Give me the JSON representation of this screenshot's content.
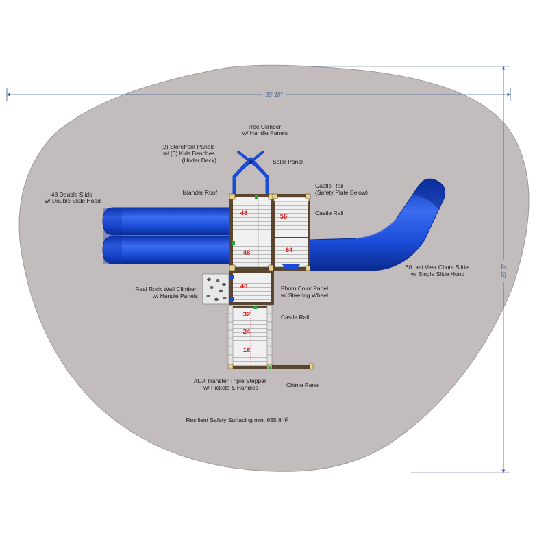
{
  "dimensions": {
    "width": "33' 10\"",
    "depth": "25' 5\""
  },
  "labels": {
    "tree_climber": [
      "Tree Climber",
      "w/ Handle Panels"
    ],
    "storefront": [
      "(2) Storefront Panels",
      "w/ (3) Kids Benches",
      "(Under Deck)"
    ],
    "solar_panel": [
      "Solar Panel"
    ],
    "islander_roof": [
      "Islander Roof"
    ],
    "double_slide": [
      "48 Double Slide",
      "w/ Double Slide Hood"
    ],
    "castle_rail_safety": [
      "Castle Rail",
      "(Safety Plate Below)"
    ],
    "castle_rail_upper": [
      "Castle Rail"
    ],
    "veer_slide": [
      "60 Left Veer Chute Slide",
      "w/ Single Slide Hood"
    ],
    "rock_wall": [
      "Real Rock Wall Climber",
      "w/ Handle Panels"
    ],
    "photo_panel": [
      "Photo Color Panel",
      "w/ Steering Wheel"
    ],
    "castle_rail_lower": [
      "Castle Rail"
    ],
    "ada_stepper": [
      "ADA Transfer Triple Stepper",
      "w/ Pickets & Handles"
    ],
    "chime_panel": [
      "Chime Panel"
    ],
    "surfacing": [
      "Resilient Safety Surfacing min. 655.8 ft²"
    ]
  },
  "deck_heights": {
    "main_top": "48",
    "main_mid": "48",
    "castle_56": "56",
    "castle_64": "64",
    "platform_40": "40",
    "step_32": "32",
    "step_24": "24",
    "step_16": "16"
  },
  "colors": {
    "surfacing": "#c2bdbc",
    "slide_blue": "#1a4bd6",
    "deck": "#ececec",
    "frame_brown": "#5a4530",
    "dimension_line": "#3d5f8f",
    "deck_number": "#d81e1e"
  }
}
